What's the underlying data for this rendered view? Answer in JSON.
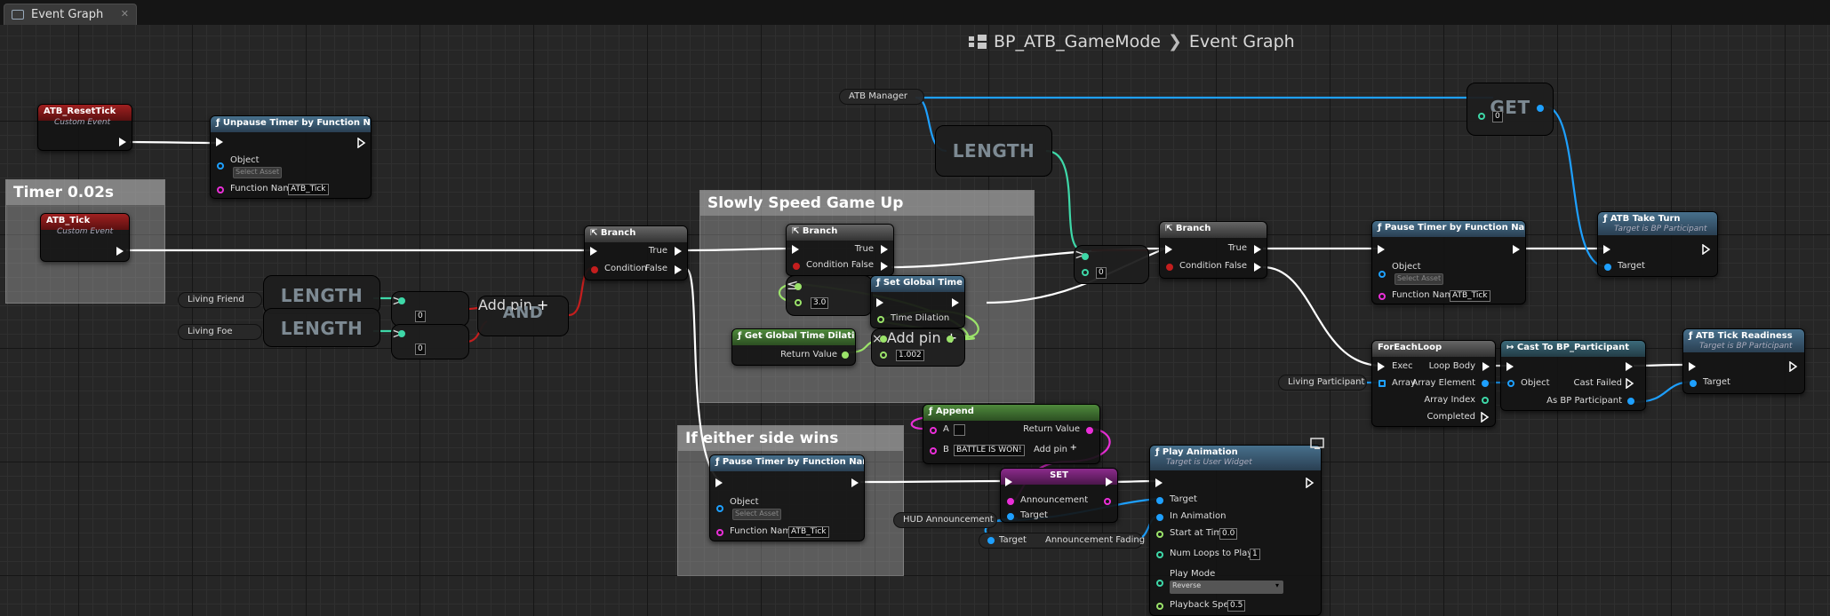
{
  "tab": {
    "title": "Event Graph"
  },
  "breadcrumb": {
    "blueprint": "BP_ATB_GameMode",
    "graph": "Event Graph"
  },
  "comments": {
    "timer": "Timer 0.02s",
    "speed": "Slowly Speed Game Up",
    "wins": "If either side wins"
  },
  "nodes": {
    "reset_tick": {
      "title": "ATB_ResetTick",
      "subtitle": "Custom Event"
    },
    "unpause": {
      "title": "Unpause Timer by Function Name",
      "object": "Object",
      "select": "Select Asset",
      "fn_label": "Function Name",
      "fn_value": "ATB_Tick"
    },
    "atb_tick": {
      "title": "ATB_Tick",
      "subtitle": "Custom Event"
    },
    "living_friend": "Living Friend",
    "living_foe": "Living Foe",
    "length": "LENGTH",
    "gt_zero_1": "0",
    "gt_zero_2": "0",
    "and": {
      "title": "AND",
      "add_pin": "Add pin"
    },
    "branch1": {
      "title": "Branch",
      "condition": "Condition",
      "true": "True",
      "false": "False"
    },
    "branch2": {
      "title": "Branch",
      "condition": "Condition",
      "true": "True",
      "false": "False"
    },
    "branch3": {
      "title": "Branch",
      "condition": "Condition",
      "true": "True",
      "false": "False"
    },
    "le_value": "3.0",
    "set_dilation": {
      "title": "Set Global Time Dilation",
      "time_dilation": "Time Dilation"
    },
    "get_dilation": {
      "title": "Get Global Time Dilation",
      "return_value": "Return Value"
    },
    "multiply": {
      "value": "1.002",
      "add_pin": "Add pin"
    },
    "atb_manager": "ATB Manager",
    "get": {
      "title": "GET",
      "index": "0"
    },
    "gt_zero_3": "0",
    "pause1": {
      "title": "Pause Timer by Function Name",
      "object": "Object",
      "select": "Select Asset",
      "fn_label": "Function Name",
      "fn_value": "ATB_Tick"
    },
    "take_turn": {
      "title": "ATB Take Turn",
      "subtitle": "Target is BP Participant",
      "target": "Target"
    },
    "living_participant": "Living Participant",
    "foreach": {
      "title": "ForEachLoop",
      "exec": "Exec",
      "array": "Array",
      "loop_body": "Loop Body",
      "array_element": "Array Element",
      "array_index": "Array Index",
      "completed": "Completed"
    },
    "cast": {
      "title": "Cast To BP_Participant",
      "object": "Object",
      "cast_failed": "Cast Failed",
      "as_bp": "As BP Participant"
    },
    "tick_readiness": {
      "title": "ATB Tick Readiness",
      "subtitle": "Target is BP Participant",
      "target": "Target"
    },
    "append": {
      "title": "Append",
      "a": "A",
      "b": "B",
      "b_value": "BATTLE IS WON!",
      "return_value": "Return Value",
      "add_pin": "Add pin"
    },
    "pause2": {
      "title": "Pause Timer by Function Name",
      "object": "Object",
      "select": "Select Asset",
      "fn_label": "Function Name",
      "fn_value": "ATB_Tick"
    },
    "set": {
      "title": "SET",
      "announcement": "Announcement",
      "target": "Target"
    },
    "hud_announcement": "HUD Announcement",
    "fading": {
      "target": "Target",
      "label": "Announcement Fading"
    },
    "play_anim": {
      "title": "Play Animation",
      "subtitle": "Target is User Widget",
      "target": "Target",
      "in_animation": "In Animation",
      "start_at_time": "Start at Time",
      "start_value": "0.0",
      "num_loops": "Num Loops to Play",
      "loops_value": "1",
      "play_mode": "Play Mode",
      "mode_value": "Reverse",
      "playback_speed": "Playback Speed",
      "speed_value": "0.5"
    }
  },
  "colors": {
    "exec": "#ffffff",
    "object": "#1ea0ff",
    "float": "#9be36a",
    "int": "#3ed8a8",
    "bool": "#c41e1e",
    "string": "#ea2fd8"
  }
}
